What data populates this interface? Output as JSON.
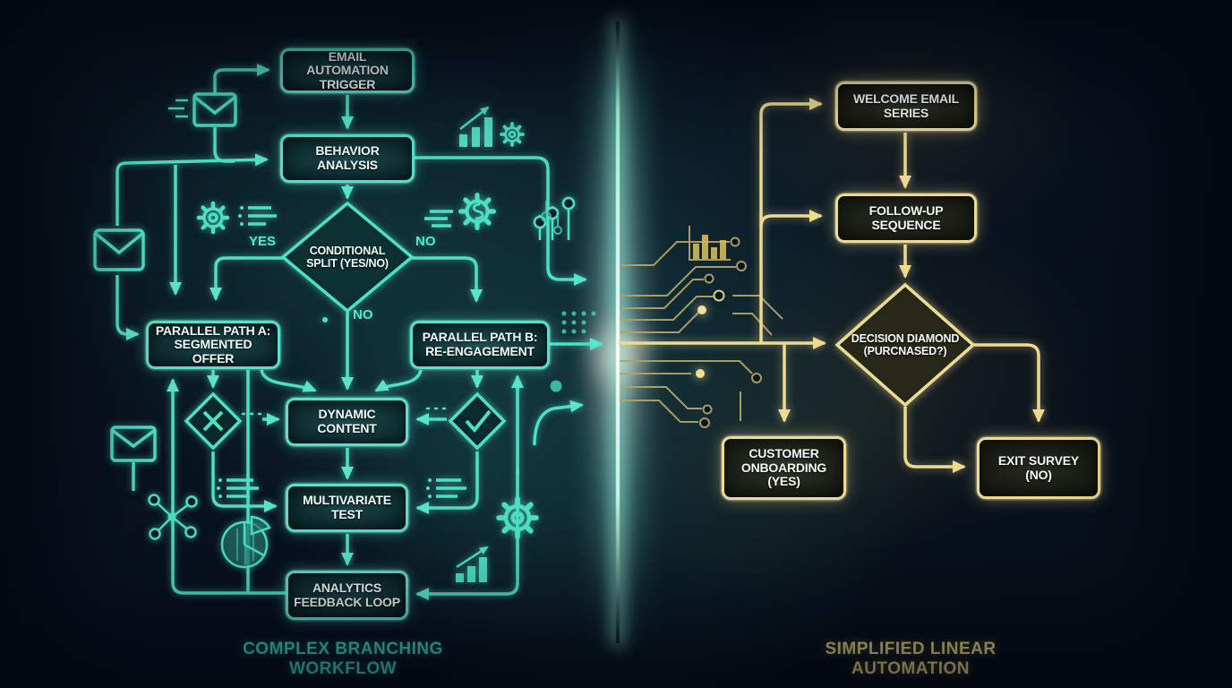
{
  "page": {
    "background_color": "#081220",
    "divider_glow_color": "#9ef2e2"
  },
  "left_flow": {
    "theme_color": "#4ee0c6",
    "caption": "COMPLEX BRANCHING WORKFLOW",
    "nodes": {
      "email_trigger": {
        "label": "EMAIL AUTOMATION TRIGGER",
        "type": "process"
      },
      "behavior_analysis": {
        "label": "BEHAVIOR ANALYSIS",
        "type": "process"
      },
      "conditional_split": {
        "label": "CONDITIONAL SPLIT (YES/NO)",
        "type": "decision"
      },
      "parallel_path_a": {
        "label": "PARALLEL PATH A: SEGMENTED OFFER",
        "type": "process"
      },
      "parallel_path_b": {
        "label": "PARALLEL PATH B: RE-ENGAGEMENT",
        "type": "process"
      },
      "dynamic_content": {
        "label": "DYNAMIC CONTENT",
        "type": "process"
      },
      "multivariate_test": {
        "label": "MULTIVARIATE TEST",
        "type": "process"
      },
      "analytics_feedback": {
        "label": "ANALYTICS FEEDBACK LOOP",
        "type": "process"
      }
    },
    "edge_labels": {
      "yes": "YES",
      "no_right": "NO",
      "no_down": "NO"
    },
    "icons": [
      "speeding-email-icon",
      "email-icon",
      "gear-icon",
      "list-icon",
      "bar-chart-growth-icon",
      "dollar-gear-icon",
      "sliders-icon",
      "cancel-diamond-icon",
      "check-diamond-icon",
      "share-network-icon",
      "pie-chart-icon",
      "speed-lines-icon"
    ]
  },
  "right_flow": {
    "theme_color": "#eedb92",
    "caption": "SIMPLIFIED LINEAR AUTOMATION",
    "nodes": {
      "welcome_email": {
        "label": "WELCOME EMAIL SERIES",
        "type": "process"
      },
      "follow_up": {
        "label": "FOLLOW-UP SEQUENCE",
        "type": "process"
      },
      "decision_diamond": {
        "label": "DECISION DIAMOND (PURCNASED?)",
        "type": "decision"
      },
      "customer_onboarding": {
        "label": "CUSTOMER ONBOARDING (YES)",
        "type": "process"
      },
      "exit_survey": {
        "label": "EXIT SURVEY (NO)",
        "type": "process"
      }
    },
    "icons": [
      "bar-chart-icon",
      "circuit-trace-icon"
    ]
  }
}
